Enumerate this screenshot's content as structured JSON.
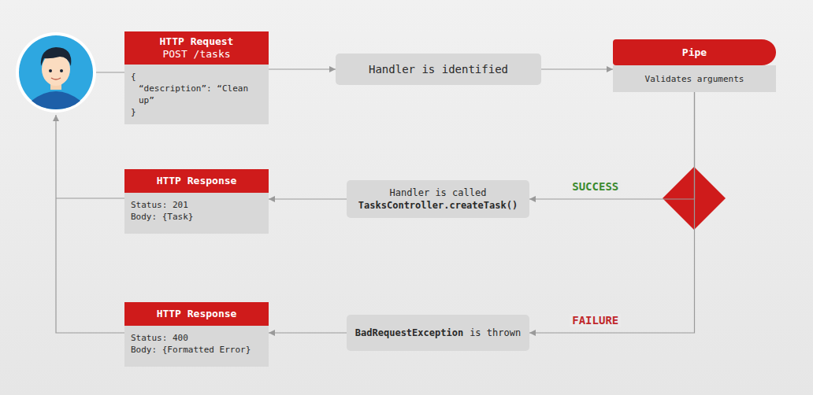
{
  "diagram": {
    "nodes": [
      {
        "text": [
          "HTTP Request",
          "POST /tasks",
          "{",
          "“description”: “Clean up”",
          "}"
        ]
      },
      {
        "text": [
          "Handler is identified"
        ]
      },
      {
        "text": [
          "Pipe",
          "Validates arguments"
        ]
      },
      {
        "text": [
          "HTTP Response",
          "Status: 201",
          "Body: {Task}"
        ]
      },
      {
        "text": [
          "Handler is called",
          "TasksController.createTask()"
        ]
      },
      {
        "text": [
          "HTTP Response",
          "Status: 400",
          "Body: {Formatted Error}"
        ]
      },
      {
        "text": [
          "BadRequestException",
          "is thrown"
        ]
      }
    ],
    "edges": [
      {
        "from": 0,
        "to": 1,
        "arrow": "to"
      },
      {
        "from": 1,
        "to": 2,
        "arrow": "to"
      },
      {
        "from": 2,
        "to": 4,
        "label": "SUCCESS",
        "arrow": "to"
      },
      {
        "from": 2,
        "to": 6,
        "label": "FAILURE",
        "arrow": "to"
      },
      {
        "from": 4,
        "to": 3,
        "arrow": "to"
      },
      {
        "from": 6,
        "to": 5,
        "arrow": "to"
      }
    ]
  }
}
